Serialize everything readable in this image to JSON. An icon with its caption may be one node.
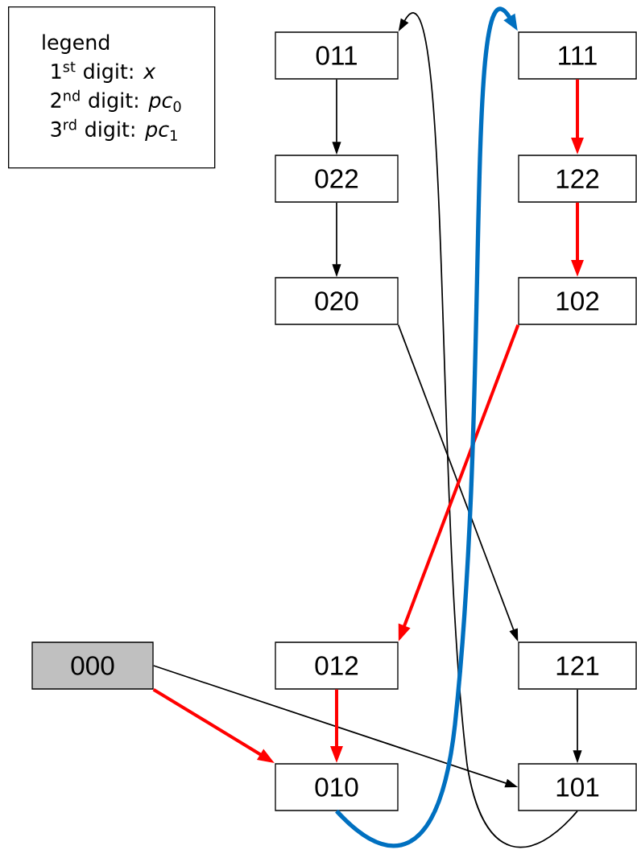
{
  "diagram": {
    "nodes": [
      {
        "text": [
          "legend",
          "1$^{st}$ digit: *x*",
          "2$^{nd}$ digit: *pc*$_{0}$",
          "3$^{rd}$ digit: *pc*$_{1}$"
        ]
      },
      {
        "text": [
          "011"
        ]
      },
      {
        "text": [
          "111"
        ]
      },
      {
        "text": [
          "022"
        ]
      },
      {
        "text": [
          "122"
        ]
      },
      {
        "text": [
          "020"
        ]
      },
      {
        "text": [
          "102"
        ]
      },
      {
        "text": [
          "000"
        ]
      },
      {
        "text": [
          "012"
        ]
      },
      {
        "text": [
          "121"
        ]
      },
      {
        "text": [
          "010"
        ]
      },
      {
        "text": [
          "101"
        ]
      }
    ],
    "edges": [
      {
        "from": 1,
        "to": 3,
        "arrow": "to"
      },
      {
        "from": 3,
        "to": 5,
        "arrow": "to"
      },
      {
        "from": 5,
        "to": 9,
        "arrow": "to"
      },
      {
        "from": 9,
        "to": 11,
        "arrow": "to"
      },
      {
        "from": 7,
        "to": 11,
        "arrow": "to"
      },
      {
        "from": 11,
        "to": 1,
        "arrow": "to"
      },
      {
        "from": 2,
        "to": 4,
        "arrow": "to",
        "style": "thick",
        "color": "#ff0000"
      },
      {
        "from": 4,
        "to": 6,
        "arrow": "to",
        "style": "thick",
        "color": "#ff0000"
      },
      {
        "from": 6,
        "to": 8,
        "arrow": "to",
        "style": "thick",
        "color": "#ff0000"
      },
      {
        "from": 7,
        "to": 10,
        "arrow": "to",
        "style": "thick",
        "color": "#ff0000"
      },
      {
        "from": 8,
        "to": 10,
        "arrow": "to",
        "style": "thick",
        "color": "#ff0000"
      },
      {
        "from": 10,
        "to": 2,
        "arrow": "to",
        "style": "thick",
        "color": "#0070c0"
      }
    ]
  }
}
